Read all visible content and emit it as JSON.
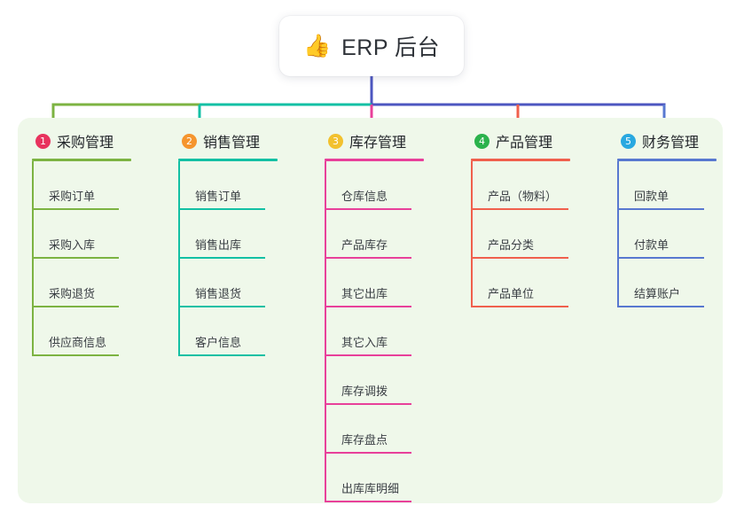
{
  "diagram": {
    "type": "mindmap",
    "root": {
      "icon": "thumbs-up-icon",
      "icon_glyph": "👍",
      "title": "ERP 后台"
    },
    "panel_color": "#eff8ea",
    "stem_color": "#4c56c0",
    "branches": [
      {
        "number": "1",
        "label": "采购管理",
        "badge_color": "#e8335e",
        "line_color": "#7cb342",
        "bar_color": "#7cb342",
        "items": [
          {
            "label": "采购订单"
          },
          {
            "label": "采购入库"
          },
          {
            "label": "采购退货"
          },
          {
            "label": "供应商信息"
          }
        ]
      },
      {
        "number": "2",
        "label": "销售管理",
        "badge_color": "#f5952e",
        "line_color": "#13c0a4",
        "bar_color": "#13c0a4",
        "items": [
          {
            "label": "销售订单"
          },
          {
            "label": "销售出库"
          },
          {
            "label": "销售退货"
          },
          {
            "label": "客户信息"
          }
        ]
      },
      {
        "number": "3",
        "label": "库存管理",
        "badge_color": "#f2c12e",
        "line_color": "#e8409a",
        "bar_color": "#4c56c0",
        "items": [
          {
            "label": "仓库信息"
          },
          {
            "label": "产品库存"
          },
          {
            "label": "其它出库"
          },
          {
            "label": "其它入库"
          },
          {
            "label": "库存调拨"
          },
          {
            "label": "库存盘点"
          },
          {
            "label": "出库库明细"
          }
        ]
      },
      {
        "number": "4",
        "label": "产品管理",
        "badge_color": "#2bb24c",
        "line_color": "#f0604d",
        "bar_color": "#4c56c0",
        "items": [
          {
            "label": "产品（物料）"
          },
          {
            "label": "产品分类"
          },
          {
            "label": "产品单位"
          }
        ]
      },
      {
        "number": "5",
        "label": "财务管理",
        "badge_color": "#29a8e0",
        "line_color": "#5878d0",
        "bar_color": "#4c56c0",
        "items": [
          {
            "label": "回款单"
          },
          {
            "label": "付款单"
          },
          {
            "label": "结算账户"
          }
        ]
      }
    ]
  }
}
